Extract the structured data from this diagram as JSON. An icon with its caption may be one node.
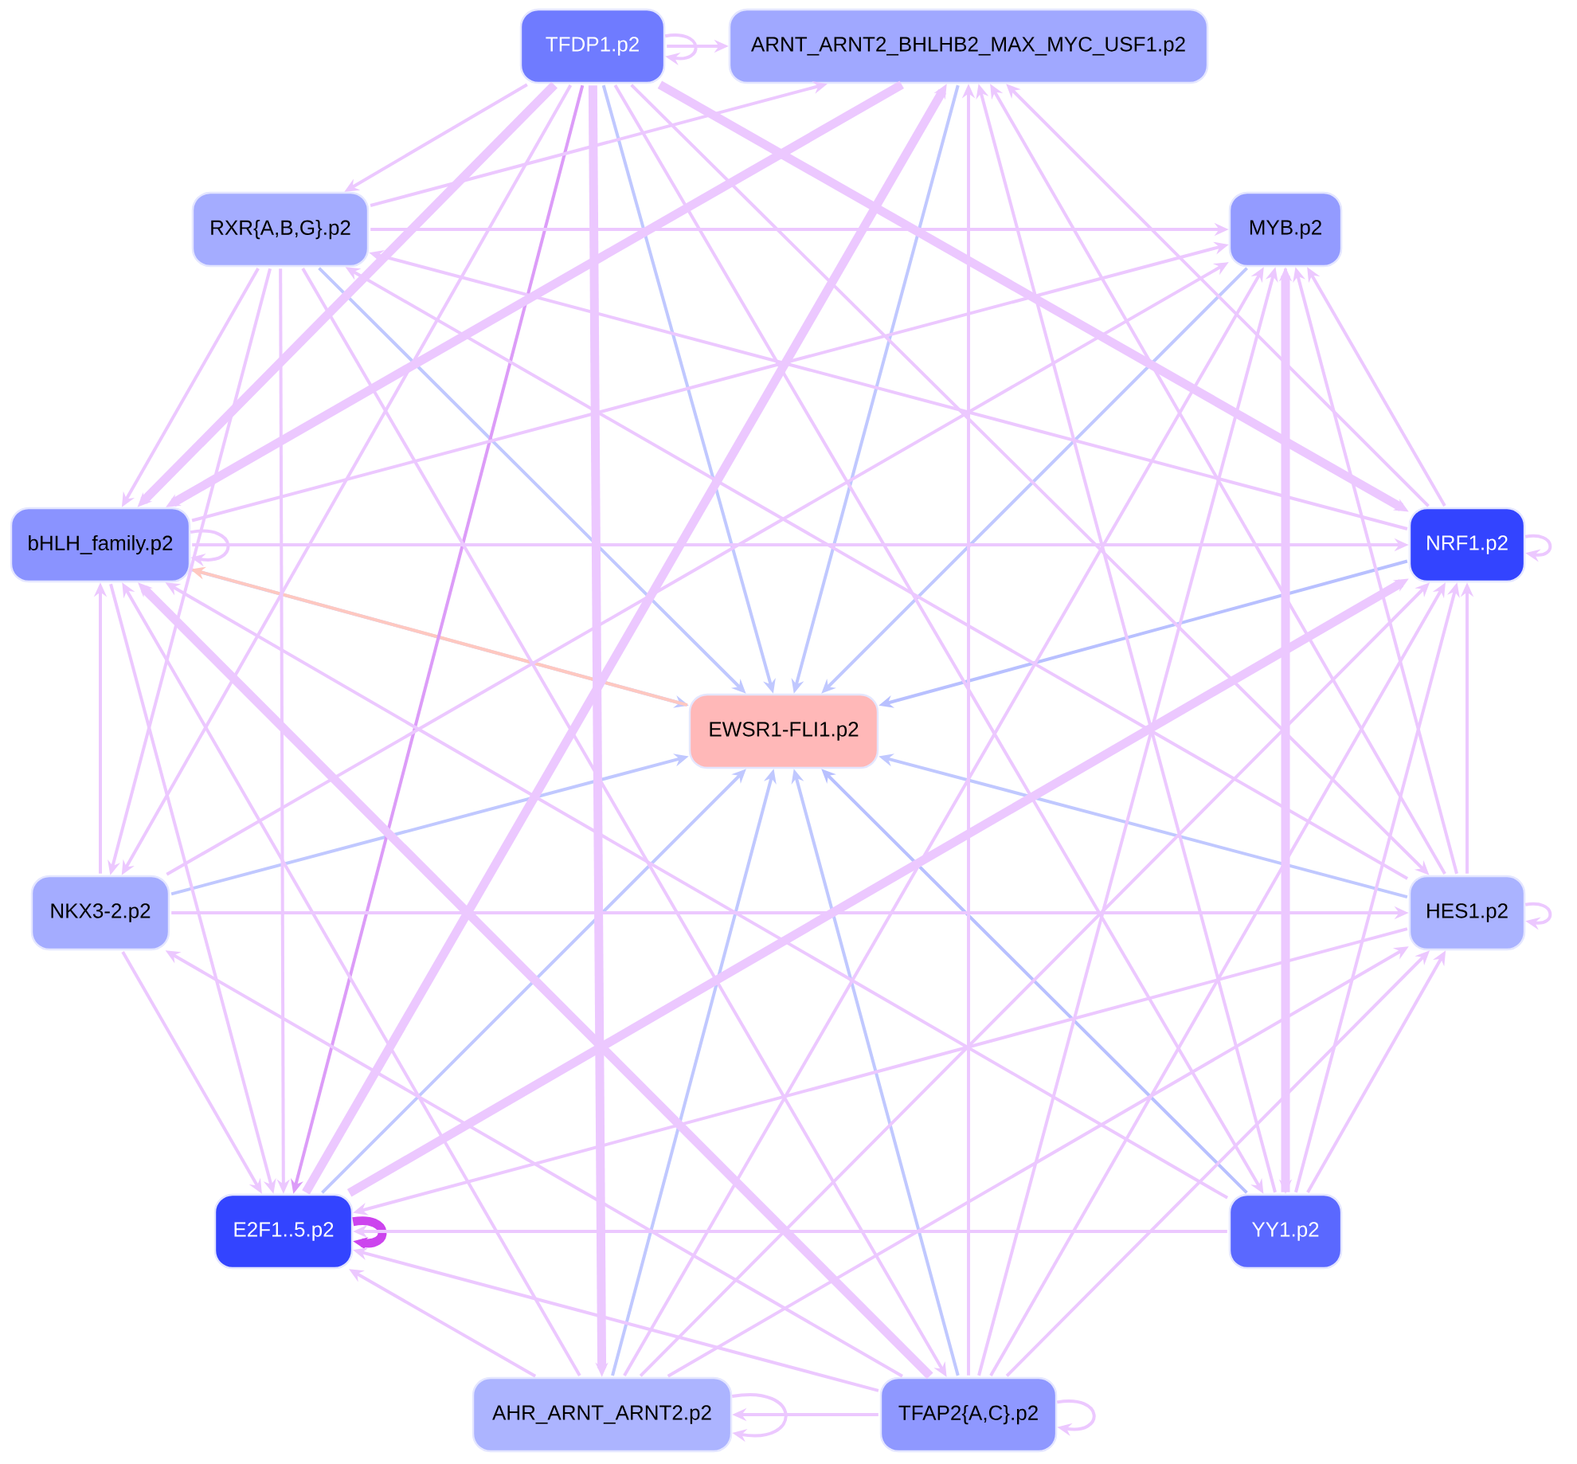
{
  "diagram": {
    "nodes": [
      {
        "text": [
          "TFDP1.p2"
        ]
      },
      {
        "text": [
          "ARNT_ARNT2_BHLHB2_MAX_MYC_USF1.p2"
        ]
      },
      {
        "text": [
          "RXR{A,B,G}.p2"
        ]
      },
      {
        "text": [
          "MYB.p2"
        ]
      },
      {
        "text": [
          "bHLH_family.p2"
        ]
      },
      {
        "text": [
          "NRF1.p2"
        ]
      },
      {
        "text": [
          "EWSR1-FLI1.p2"
        ]
      },
      {
        "text": [
          "NKX3-2.p2"
        ]
      },
      {
        "text": [
          "HES1.p2"
        ]
      },
      {
        "text": [
          "E2F1..5.p2"
        ]
      },
      {
        "text": [
          "YY1.p2"
        ]
      },
      {
        "text": [
          "AHR_ARNT_ARNT2.p2"
        ]
      },
      {
        "text": [
          "TFAP2{A,C}.p2"
        ]
      }
    ],
    "edges": [
      {
        "from": 0,
        "to": 6,
        "arrow": "to",
        "color": "#c0c8ff"
      },
      {
        "from": 1,
        "to": 6,
        "arrow": "to",
        "color": "#c0c8ff"
      },
      {
        "from": 2,
        "to": 6,
        "arrow": "to",
        "color": "#c0c8ff"
      },
      {
        "from": 3,
        "to": 6,
        "arrow": "to",
        "color": "#c0c8ff"
      },
      {
        "from": 4,
        "to": 6,
        "arrow": "to",
        "color": "#c0c8ff"
      },
      {
        "from": 5,
        "to": 6,
        "arrow": "to",
        "color": "#b8c0ff"
      },
      {
        "from": 7,
        "to": 6,
        "arrow": "to",
        "color": "#c0c8ff"
      },
      {
        "from": 8,
        "to": 6,
        "arrow": "to",
        "color": "#c0c8ff"
      },
      {
        "from": 9,
        "to": 6,
        "arrow": "to",
        "color": "#c0c8ff"
      },
      {
        "from": 10,
        "to": 6,
        "arrow": "to",
        "color": "#b8c0ff"
      },
      {
        "from": 11,
        "to": 6,
        "arrow": "to",
        "color": "#c0c8ff"
      },
      {
        "from": 12,
        "to": 6,
        "arrow": "to",
        "color": "#c0c8ff"
      },
      {
        "from": 6,
        "to": 4,
        "arrow": "to",
        "color": "#ffc8c0"
      },
      {
        "from": 0,
        "to": 0,
        "arrow": "to"
      },
      {
        "from": 0,
        "to": 1,
        "arrow": "to"
      },
      {
        "from": 0,
        "to": 2,
        "arrow": "to"
      },
      {
        "from": 0,
        "to": 4,
        "arrow": "to",
        "style": "thick"
      },
      {
        "from": 0,
        "to": 9,
        "arrow": "to",
        "color": "#dc9cf8"
      },
      {
        "from": 0,
        "to": 11,
        "arrow": "to",
        "style": "thick"
      },
      {
        "from": 0,
        "to": 5,
        "arrow": "to",
        "style": "thick"
      },
      {
        "from": 0,
        "to": 8,
        "arrow": "to"
      },
      {
        "from": 0,
        "to": 10,
        "arrow": "to"
      },
      {
        "from": 0,
        "to": 7,
        "arrow": "to"
      },
      {
        "from": 2,
        "to": 1,
        "arrow": "to"
      },
      {
        "from": 9,
        "to": 1,
        "arrow": "to",
        "style": "thick"
      },
      {
        "from": 12,
        "to": 1,
        "arrow": "to"
      },
      {
        "from": 10,
        "to": 1,
        "arrow": "to"
      },
      {
        "from": 8,
        "to": 1,
        "arrow": "to"
      },
      {
        "from": 5,
        "to": 1,
        "arrow": "to"
      },
      {
        "from": 1,
        "to": 4,
        "arrow": "to",
        "style": "thick"
      },
      {
        "from": 2,
        "to": 3,
        "arrow": "to"
      },
      {
        "from": 2,
        "to": 4,
        "arrow": "to"
      },
      {
        "from": 2,
        "to": 9,
        "arrow": "to"
      },
      {
        "from": 2,
        "to": 12,
        "arrow": "to"
      },
      {
        "from": 5,
        "to": 2,
        "arrow": "to"
      },
      {
        "from": 8,
        "to": 2,
        "arrow": "to"
      },
      {
        "from": 2,
        "to": 7,
        "arrow": "to"
      },
      {
        "from": 4,
        "to": 3,
        "arrow": "to"
      },
      {
        "from": 7,
        "to": 3,
        "arrow": "to"
      },
      {
        "from": 10,
        "to": 3,
        "arrow": "to",
        "style": "thick"
      },
      {
        "from": 12,
        "to": 3,
        "arrow": "to"
      },
      {
        "from": 8,
        "to": 3,
        "arrow": "to"
      },
      {
        "from": 5,
        "to": 3,
        "arrow": "to"
      },
      {
        "from": 11,
        "to": 3,
        "arrow": "to"
      },
      {
        "from": 3,
        "to": 10,
        "arrow": "to"
      },
      {
        "from": 4,
        "to": 4,
        "arrow": "to"
      },
      {
        "from": 4,
        "to": 5,
        "arrow": "to"
      },
      {
        "from": 7,
        "to": 4,
        "arrow": "to"
      },
      {
        "from": 10,
        "to": 4,
        "arrow": "to"
      },
      {
        "from": 11,
        "to": 4,
        "arrow": "to"
      },
      {
        "from": 12,
        "to": 4,
        "arrow": "to",
        "style": "thick"
      },
      {
        "from": 4,
        "to": 9,
        "arrow": "to"
      },
      {
        "from": 5,
        "to": 5,
        "arrow": "to"
      },
      {
        "from": 9,
        "to": 5,
        "arrow": "to",
        "style": "thick"
      },
      {
        "from": 10,
        "to": 5,
        "arrow": "to"
      },
      {
        "from": 12,
        "to": 5,
        "arrow": "to"
      },
      {
        "from": 11,
        "to": 5,
        "arrow": "to"
      },
      {
        "from": 8,
        "to": 5,
        "arrow": "to"
      },
      {
        "from": 7,
        "to": 8,
        "arrow": "to"
      },
      {
        "from": 12,
        "to": 7,
        "arrow": "to"
      },
      {
        "from": 7,
        "to": 9,
        "arrow": "to"
      },
      {
        "from": 8,
        "to": 8,
        "arrow": "to"
      },
      {
        "from": 10,
        "to": 8,
        "arrow": "to"
      },
      {
        "from": 12,
        "to": 8,
        "arrow": "to"
      },
      {
        "from": 11,
        "to": 8,
        "arrow": "to"
      },
      {
        "from": 9,
        "to": 9,
        "arrow": "to",
        "style": "thick",
        "color": "#cc44ee"
      },
      {
        "from": 10,
        "to": 9,
        "arrow": "to"
      },
      {
        "from": 12,
        "to": 9,
        "arrow": "to"
      },
      {
        "from": 11,
        "to": 9,
        "arrow": "to"
      },
      {
        "from": 8,
        "to": 9,
        "arrow": "to"
      },
      {
        "from": 11,
        "to": 11,
        "arrow": "to"
      },
      {
        "from": 12,
        "to": 11,
        "arrow": "to"
      },
      {
        "from": 12,
        "to": 12,
        "arrow": "to"
      }
    ]
  }
}
